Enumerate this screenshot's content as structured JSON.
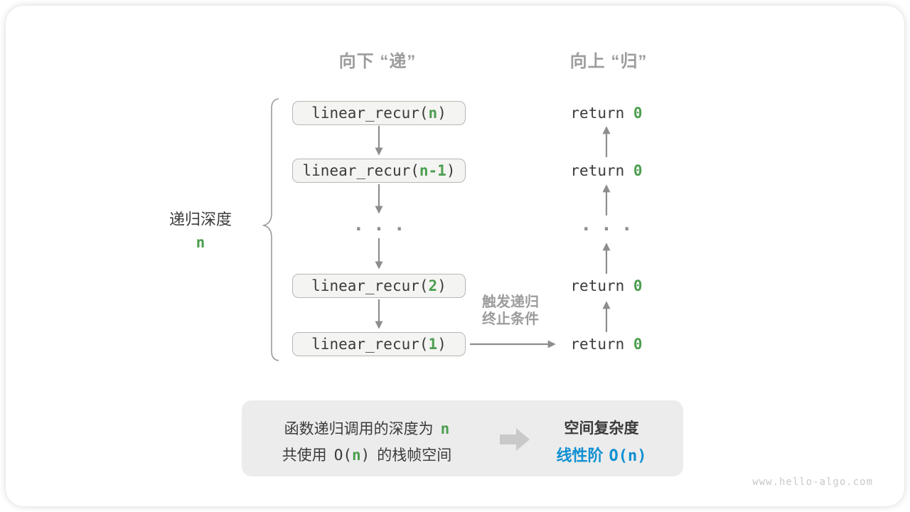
{
  "headers": {
    "down": "向下 “递”",
    "up": "向上 “归”"
  },
  "depth": {
    "label": "递归深度",
    "value": "n"
  },
  "stack": {
    "frames": [
      {
        "pre": "linear_recur(",
        "arg": "n",
        "post": ")"
      },
      {
        "pre": "linear_recur(",
        "arg": "n-1",
        "post": ")"
      },
      {
        "pre": "linear_recur(",
        "arg": "2",
        "post": ")"
      },
      {
        "pre": "linear_recur(",
        "arg": "1",
        "post": ")"
      }
    ],
    "ellipsis": "..."
  },
  "returns": {
    "rows": [
      {
        "pre": "return ",
        "value": "0"
      },
      {
        "pre": "return ",
        "value": "0"
      },
      {
        "pre": "return ",
        "value": "0"
      },
      {
        "pre": "return ",
        "value": "0"
      }
    ],
    "ellipsis": "..."
  },
  "trigger": {
    "line1": "触发递归",
    "line2": "终止条件"
  },
  "summary": {
    "line1": {
      "text": "函数递归调用的深度为",
      "arg": "n"
    },
    "line2": {
      "pre": "共使用",
      "code_open": "O(",
      "arg": "n",
      "code_close": ")",
      "post": "的栈帧空间"
    },
    "result": {
      "title": "空间复杂度",
      "prefix": "线性阶",
      "code": "O(n)"
    }
  },
  "colors": {
    "green": "#4c9e50",
    "blue": "#1090d2",
    "gray_heading": "#9c9c9c",
    "arrow": "#8d8d8d",
    "box_fill": "#f4f4f2",
    "box_border": "#b6b6b4",
    "summary_fill": "#ececec"
  },
  "watermark": "www.hello-algo.com"
}
